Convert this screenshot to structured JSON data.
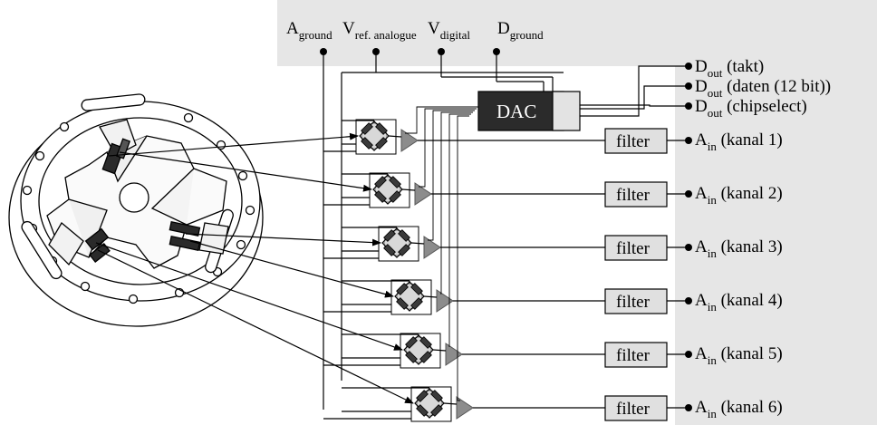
{
  "inputs": {
    "a_ground": {
      "main": "A",
      "sub": "ground"
    },
    "v_ref": {
      "main": "V",
      "sub": "ref. analogue"
    },
    "v_digital": {
      "main": "V",
      "sub": "digital"
    },
    "d_ground": {
      "main": "D",
      "sub": "ground"
    }
  },
  "dac_label": "DAC",
  "digital_outputs": [
    {
      "main": "D",
      "sub": "out",
      "suffix": " (takt)"
    },
    {
      "main": "D",
      "sub": "out",
      "suffix": " (daten (12 bit))"
    },
    {
      "main": "D",
      "sub": "out",
      "suffix": " (chipselect)"
    }
  ],
  "filter_label": "filter",
  "channels": [
    {
      "main": "A",
      "sub": "in",
      "suffix": " (kanal 1)"
    },
    {
      "main": "A",
      "sub": "in",
      "suffix": " (kanal 2)"
    },
    {
      "main": "A",
      "sub": "in",
      "suffix": " (kanal 3)"
    },
    {
      "main": "A",
      "sub": "in",
      "suffix": " (kanal 4)"
    },
    {
      "main": "A",
      "sub": "in",
      "suffix": " (kanal 5)"
    },
    {
      "main": "A",
      "sub": "in",
      "suffix": " (kanal 6)"
    }
  ],
  "colors": {
    "panel": "#e6e6e6",
    "dac_box": "#2b2b2b",
    "filter_box": "#e0e0e0",
    "amp": "#8c8c8c",
    "gauge": "#2a2a2a"
  }
}
